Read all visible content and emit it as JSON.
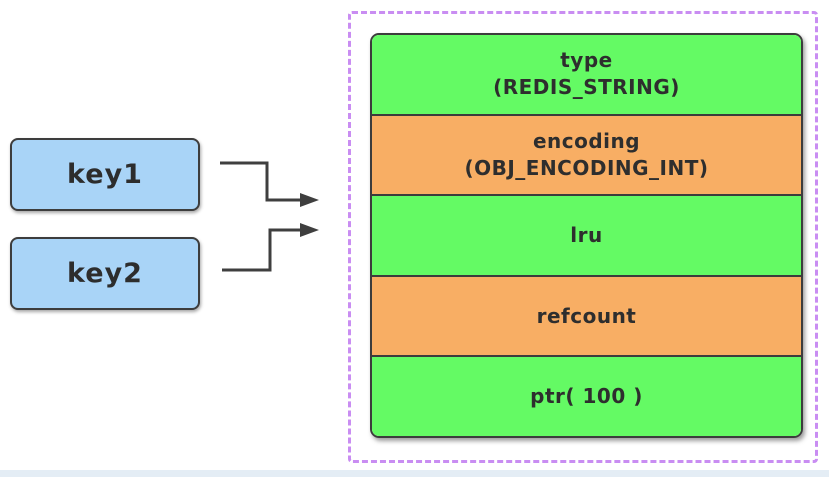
{
  "keys": [
    {
      "label": "key1"
    },
    {
      "label": "key2"
    }
  ],
  "object_box": {
    "fields": [
      {
        "name": "type",
        "value": "(REDIS_STRING)"
      },
      {
        "name": "encoding",
        "value": "(OBJ_ENCODING_INT)"
      },
      {
        "name": "lru"
      },
      {
        "name": "refcount"
      },
      {
        "name": "ptr( 100 )"
      }
    ]
  },
  "colors": {
    "field_green": "#64fa64",
    "field_orange": "#f8ae64",
    "key_blue": "#a9d4f7",
    "dashed_border_purple": "#c98df2",
    "box_border_dark": "#3c3c3c",
    "connector_dark": "#3f3f3f",
    "bottom_strip": "#e4edf5"
  }
}
